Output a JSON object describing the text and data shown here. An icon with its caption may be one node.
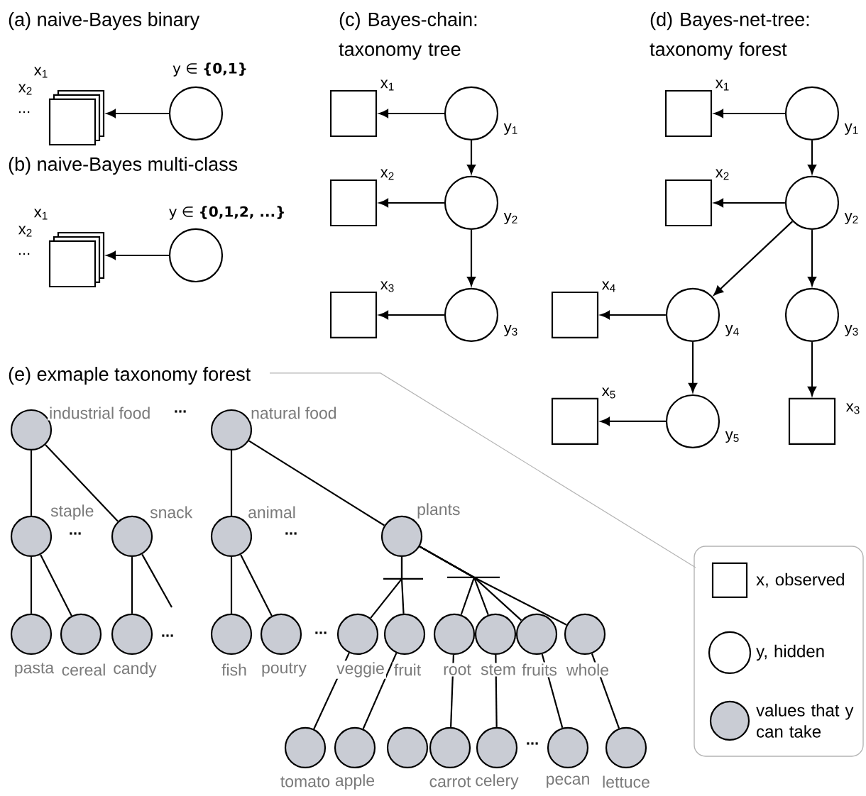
{
  "diagram": {
    "nodes": [
      {
        "text": [],
        "shape": "box",
        "beside": [
          "x$_{1}$",
          "x$_{2}$",
          "..."
        ]
      },
      {
        "text": [],
        "shape": "circle",
        "beside": [
          "y ∈ **{0,1}**"
        ]
      },
      {
        "text": [],
        "shape": "box",
        "beside": [
          "x$_{1}$",
          "x$_{2}$",
          "..."
        ]
      },
      {
        "text": [],
        "shape": "circle",
        "beside": [
          "y ∈ **{0,1,2, ...}**"
        ]
      },
      {
        "text": [],
        "shape": "box",
        "beside": [
          "x$_{1}$"
        ]
      },
      {
        "text": [],
        "shape": "circle",
        "beside": [
          "y$_{1}$"
        ]
      },
      {
        "text": [],
        "shape": "box",
        "beside": [
          "x$_{2}$"
        ]
      },
      {
        "text": [],
        "shape": "circle",
        "beside": [
          "y$_{2}$"
        ]
      },
      {
        "text": [],
        "shape": "box",
        "beside": [
          "x$_{3}$"
        ]
      },
      {
        "text": [],
        "shape": "circle",
        "beside": [
          "y$_{3}$"
        ]
      },
      {
        "text": [],
        "shape": "box",
        "beside": [
          "x$_{1}$"
        ]
      },
      {
        "text": [],
        "shape": "circle",
        "beside": [
          "y$_{1}$"
        ]
      },
      {
        "text": [],
        "shape": "box",
        "beside": [
          "x$_{2}$"
        ]
      },
      {
        "text": [],
        "shape": "circle",
        "beside": [
          "y$_{2}$"
        ]
      },
      {
        "text": [],
        "shape": "box",
        "beside": [
          "x$_{4}$"
        ]
      },
      {
        "text": [],
        "shape": "circle",
        "beside": [
          "y$_{4}$"
        ]
      },
      {
        "text": [],
        "shape": "circle",
        "beside": [
          "y$_{3}$"
        ]
      },
      {
        "text": [],
        "shape": "box",
        "beside": [
          "x$_{5}$"
        ]
      },
      {
        "text": [],
        "shape": "circle",
        "beside": [
          "y$_{5}$"
        ]
      },
      {
        "text": [],
        "shape": "box",
        "beside": [
          "x$_{3}$"
        ]
      },
      {
        "text": [],
        "shape": "circle",
        "beside": [
          "industrial food"
        ]
      },
      {
        "text": [],
        "shape": "circle",
        "beside": [
          "natural food"
        ]
      },
      {
        "text": [],
        "shape": "circle",
        "beside": [
          "staple"
        ]
      },
      {
        "text": [],
        "shape": "circle",
        "beside": [
          "snack"
        ]
      },
      {
        "text": [],
        "shape": "circle",
        "beside": [
          "animal"
        ]
      },
      {
        "text": [],
        "shape": "circle",
        "beside": [
          "plants"
        ]
      },
      {
        "text": [],
        "shape": "circle",
        "beside": [
          "pasta"
        ]
      },
      {
        "text": [],
        "shape": "circle",
        "beside": [
          "cereal"
        ]
      },
      {
        "text": [],
        "shape": "circle",
        "beside": [
          "candy"
        ]
      },
      {
        "text": [],
        "shape": "circle",
        "beside": [
          "fish"
        ]
      },
      {
        "text": [],
        "shape": "circle",
        "beside": [
          "poutry"
        ]
      },
      {
        "text": [],
        "shape": "circle",
        "beside": [
          "veggie"
        ]
      },
      {
        "text": [],
        "shape": "circle",
        "beside": [
          "fruit"
        ]
      },
      {
        "text": [],
        "shape": "circle",
        "beside": [
          "root"
        ]
      },
      {
        "text": [],
        "shape": "circle",
        "beside": [
          "stem"
        ]
      },
      {
        "text": [],
        "shape": "circle",
        "beside": [
          "fruits"
        ]
      },
      {
        "text": [],
        "shape": "circle",
        "beside": [
          "whole"
        ]
      },
      {
        "text": [],
        "shape": "circle",
        "beside": [
          "tomato"
        ]
      },
      {
        "text": [],
        "shape": "circle",
        "beside": [
          "apple"
        ]
      },
      {
        "text": [],
        "shape": "circle"
      },
      {
        "text": [],
        "shape": "circle",
        "beside": [
          "carrot"
        ]
      },
      {
        "text": [],
        "shape": "circle",
        "beside": [
          "celery"
        ]
      },
      {
        "text": [],
        "shape": "circle",
        "beside": [
          "pecan"
        ]
      },
      {
        "text": [],
        "shape": "circle",
        "beside": [
          "lettuce"
        ]
      }
    ],
    "edges": [
      {
        "from": 1,
        "to": 0,
        "arrow": "to"
      },
      {
        "from": 3,
        "to": 2,
        "arrow": "to"
      },
      {
        "from": 5,
        "to": 4,
        "arrow": "to"
      },
      {
        "from": 5,
        "to": 7,
        "arrow": "to"
      },
      {
        "from": 7,
        "to": 6,
        "arrow": "to"
      },
      {
        "from": 7,
        "to": 9,
        "arrow": "to"
      },
      {
        "from": 9,
        "to": 8,
        "arrow": "to"
      },
      {
        "from": 11,
        "to": 10,
        "arrow": "to"
      },
      {
        "from": 11,
        "to": 13,
        "arrow": "to"
      },
      {
        "from": 13,
        "to": 12,
        "arrow": "to"
      },
      {
        "from": 13,
        "to": 15,
        "arrow": "to"
      },
      {
        "from": 13,
        "to": 16,
        "arrow": "to"
      },
      {
        "from": 15,
        "to": 14,
        "arrow": "to"
      },
      {
        "from": 15,
        "to": 18,
        "arrow": "to"
      },
      {
        "from": 18,
        "to": 17,
        "arrow": "to"
      },
      {
        "from": 16,
        "to": 19,
        "arrow": "to"
      },
      {
        "from": 20,
        "to": 22,
        "arrow": "none"
      },
      {
        "from": 20,
        "to": 23,
        "arrow": "none"
      },
      {
        "from": 21,
        "to": 24,
        "arrow": "none"
      },
      {
        "from": 21,
        "to": 25,
        "arrow": "none"
      },
      {
        "from": 22,
        "to": 26,
        "arrow": "none"
      },
      {
        "from": 22,
        "to": 27,
        "arrow": "none"
      },
      {
        "from": 23,
        "to": 28,
        "arrow": "none"
      },
      {
        "from": 23,
        "to": null,
        "arrow": "none"
      },
      {
        "from": 24,
        "to": 29,
        "arrow": "none"
      },
      {
        "from": 24,
        "to": 30,
        "arrow": "none"
      },
      {
        "from": 25,
        "to": 31,
        "arrow": "none"
      },
      {
        "from": 25,
        "to": 32,
        "arrow": "none"
      },
      {
        "from": 25,
        "to": 33,
        "arrow": "none"
      },
      {
        "from": 25,
        "to": 34,
        "arrow": "none"
      },
      {
        "from": 25,
        "to": 35,
        "arrow": "none"
      },
      {
        "from": 25,
        "to": 36,
        "arrow": "none"
      },
      {
        "from": 31,
        "to": 37,
        "arrow": "none"
      },
      {
        "from": 32,
        "to": 38,
        "arrow": "none"
      },
      {
        "from": 33,
        "to": 40,
        "arrow": "none"
      },
      {
        "from": 34,
        "to": 41,
        "arrow": "none"
      },
      {
        "from": 35,
        "to": 42,
        "arrow": "none"
      },
      {
        "from": 36,
        "to": 43,
        "arrow": "none"
      }
    ],
    "labels": [
      "(a) naive-Bayes binary",
      "(c) Bayes-chain: taxonomy tree",
      "(d) Bayes-net-tree: taxonomy forest",
      "(b) naive-Bayes multi-class",
      "(e) exmaple taxonomy forest",
      "...",
      "...",
      "...",
      "...",
      "...",
      "..."
    ],
    "legend": [
      {
        "text": "x, observed"
      },
      {
        "text": "y, hidden"
      },
      {
        "text": "values that y can take"
      }
    ]
  }
}
